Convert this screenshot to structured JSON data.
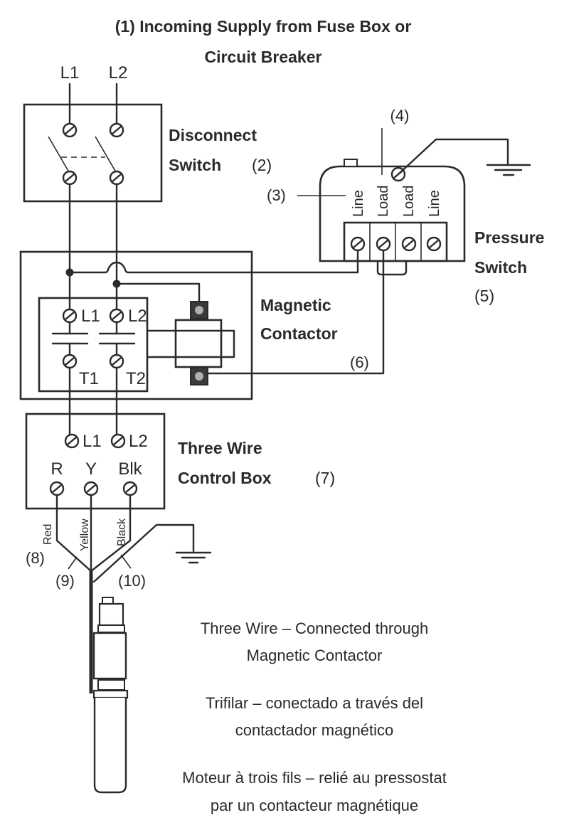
{
  "title": {
    "line1": "(1) Incoming Supply from Fuse Box or",
    "line2": "Circuit Breaker"
  },
  "supply_labels": {
    "l1": "L1",
    "l2": "L2"
  },
  "disconnect": {
    "line1": "Disconnect",
    "line2": "Switch",
    "num": "(2)"
  },
  "pressure_switch": {
    "line1": "Pressure",
    "line2": "Switch",
    "num": "(5)",
    "callout_line": "(3)",
    "callout_load": "(4)",
    "terminals": [
      "Line",
      "Load",
      "Load",
      "Line"
    ]
  },
  "contactor": {
    "line1": "Magnetic",
    "line2": "Contactor",
    "num": "(6)",
    "terminals": {
      "l1": "L1",
      "l2": "L2",
      "t1": "T1",
      "t2": "T2"
    }
  },
  "control_box": {
    "line1": "Three Wire",
    "line2": "Control Box",
    "num": "(7)",
    "terminals": {
      "l1": "L1",
      "l2": "L2",
      "r": "R",
      "y": "Y",
      "blk": "Blk"
    }
  },
  "wires": {
    "red": "Red",
    "yellow": "Yellow",
    "black": "Black",
    "num_red": "(8)",
    "num_yellow": "(9)",
    "num_black": "(10)"
  },
  "captions": {
    "en1": "Three Wire – Connected through",
    "en2": "Magnetic Contactor",
    "es1": "Trifilar – conectado a través del",
    "es2": "contactador magnético",
    "fr1": "Moteur à trois fils – relié au pressostat",
    "fr2": "par un contacteur magnétique"
  }
}
